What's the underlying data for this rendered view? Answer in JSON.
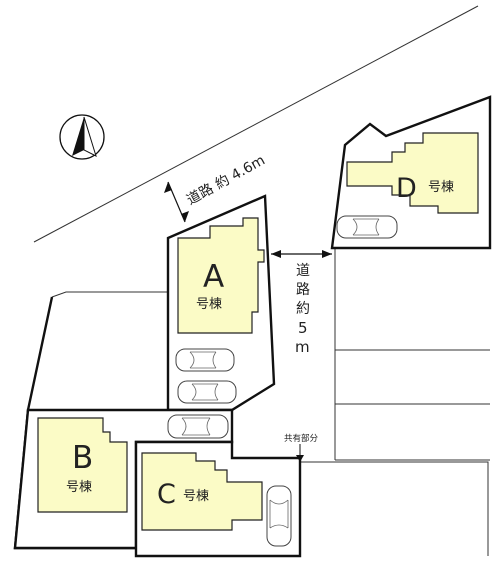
{
  "colors": {
    "building_fill": "#fbfbc6",
    "line": "#111111",
    "background": "#ffffff"
  },
  "icons": {
    "north": "north-arrow-icon",
    "car": "car-icon"
  },
  "road_main": {
    "label": "道路 約 4.6m"
  },
  "road_inner": {
    "label_chars": [
      "道",
      "路",
      "約",
      "5",
      "m"
    ]
  },
  "shared_label": "共有部分",
  "buildings": [
    {
      "letter": "A",
      "suffix": "号棟"
    },
    {
      "letter": "B",
      "suffix": "号棟"
    },
    {
      "letter": "C",
      "suffix": "号棟"
    },
    {
      "letter": "D",
      "suffix": "号棟"
    }
  ]
}
